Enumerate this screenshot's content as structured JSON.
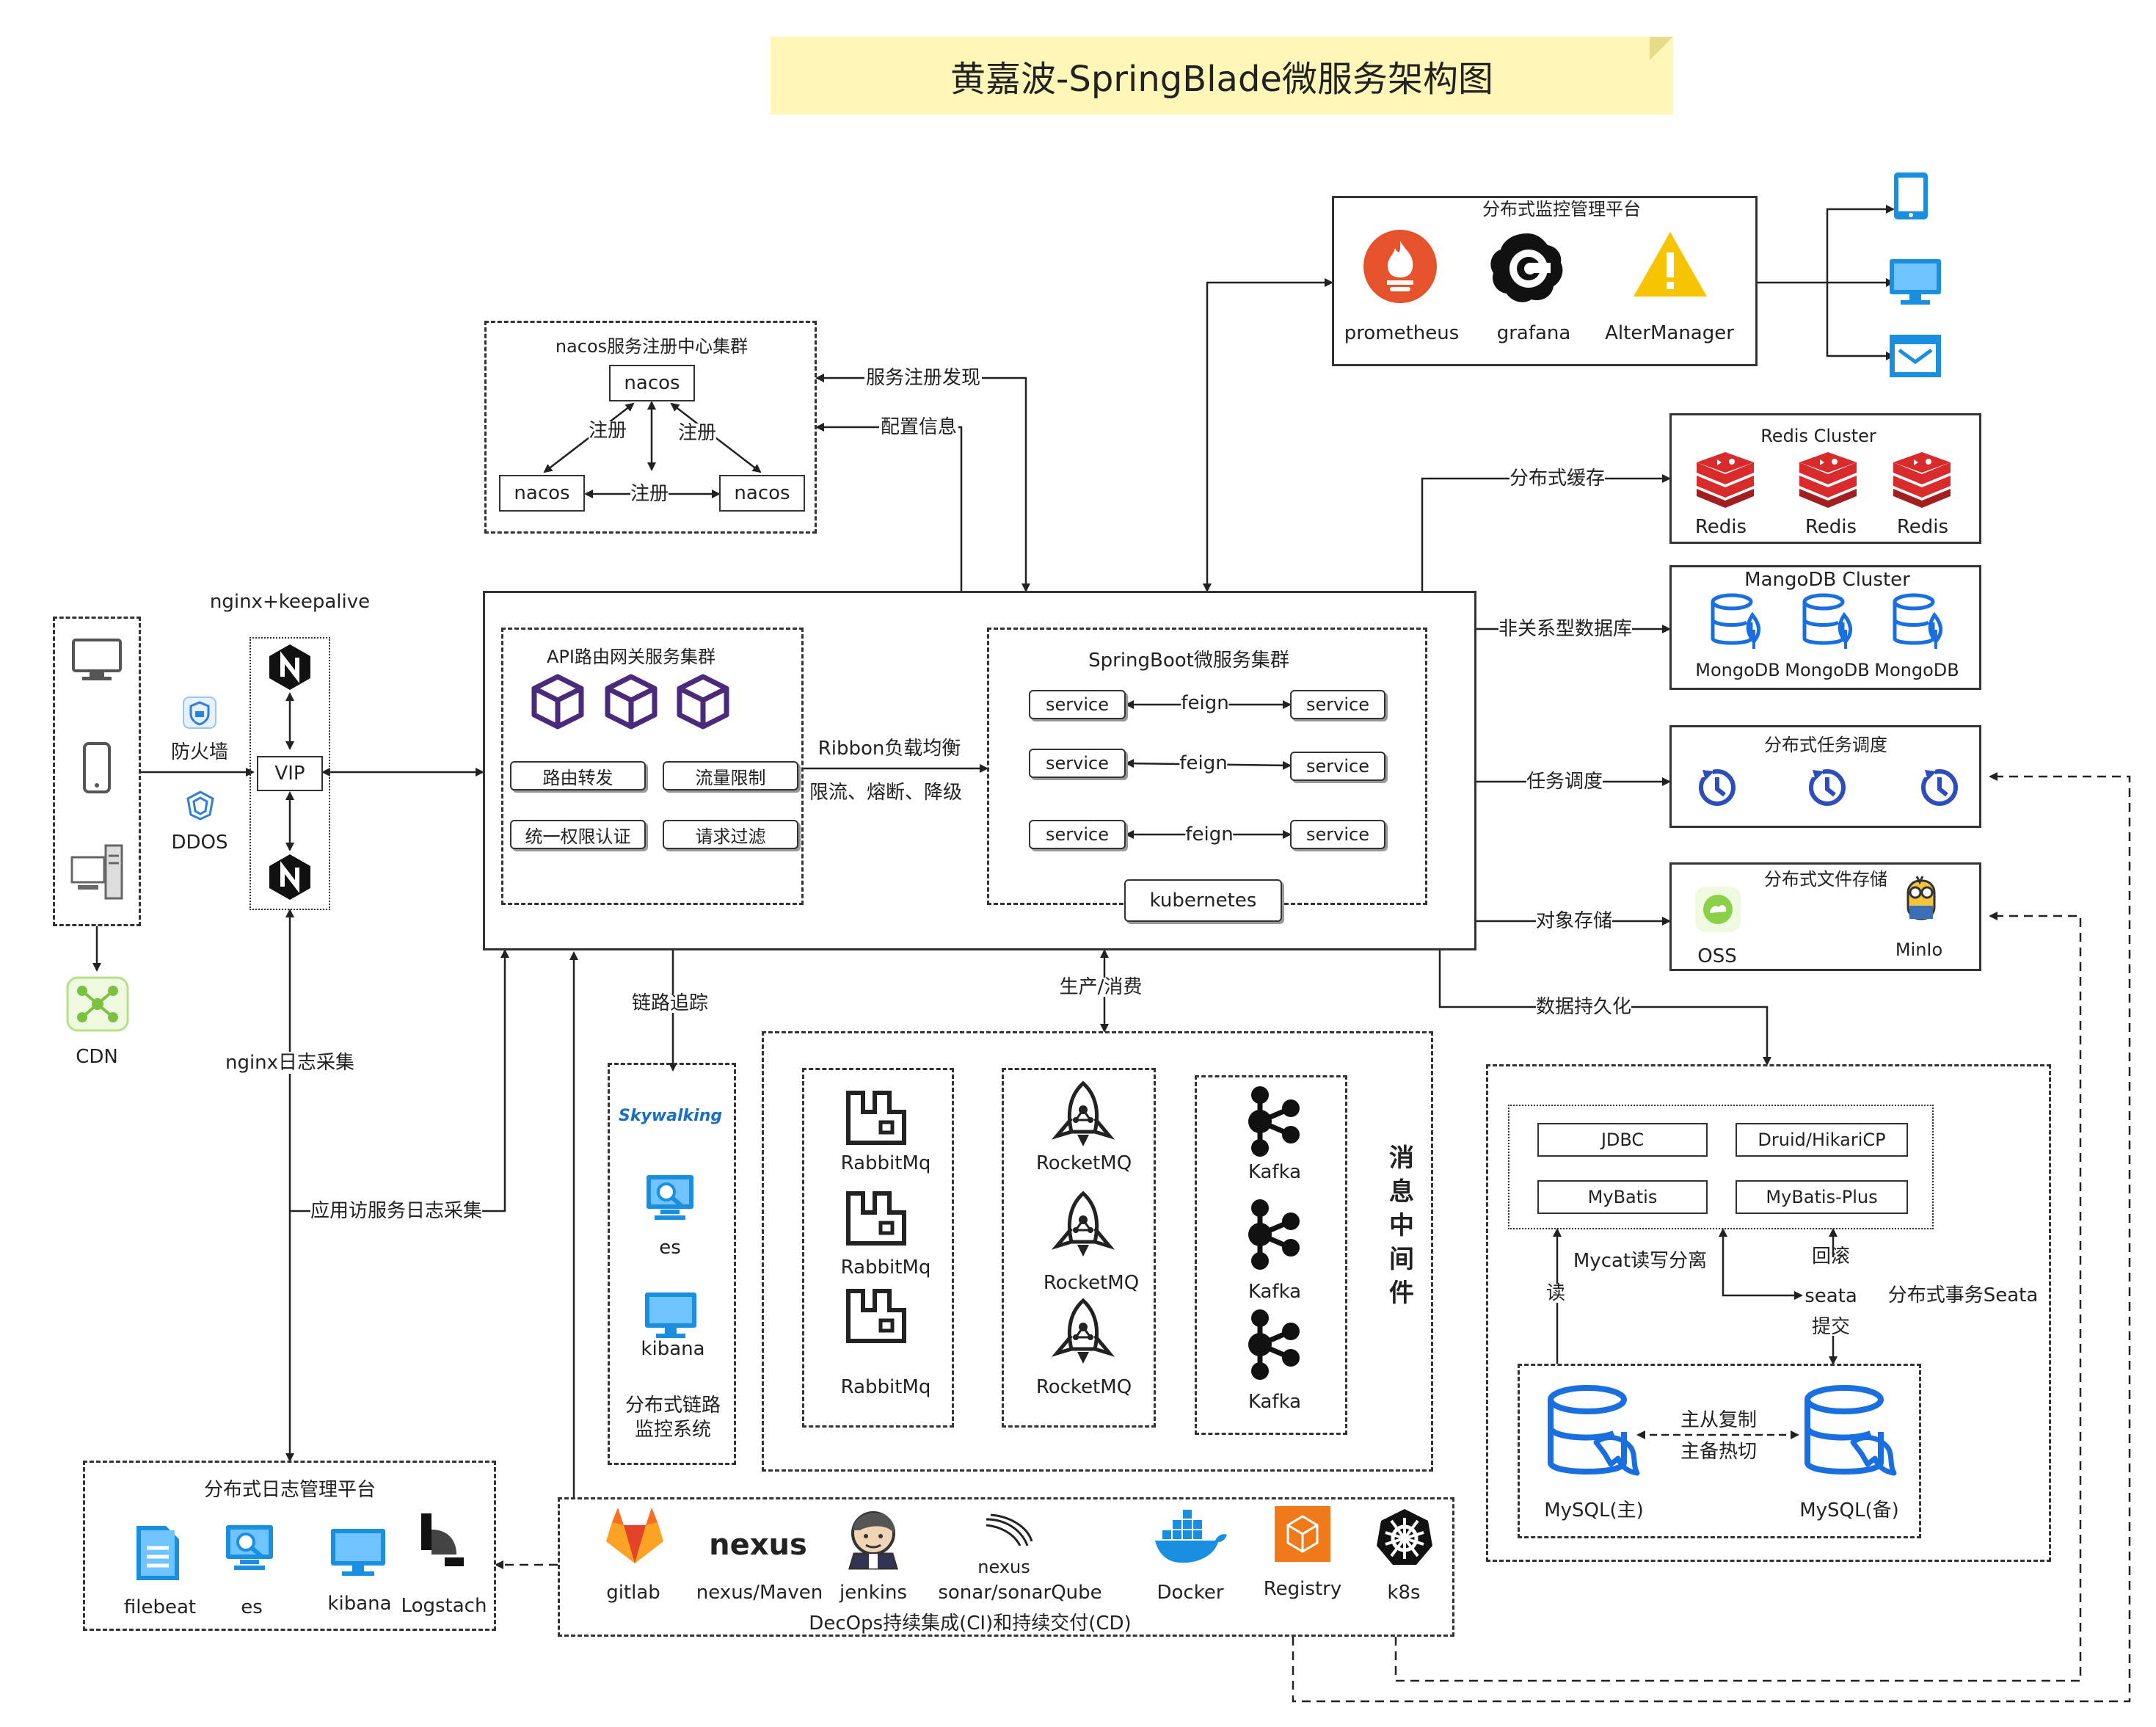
{
  "title": "黄嘉波-SpringBlade微服务架构图",
  "clients": {
    "label_top": "nginx+keepalive",
    "firewall": "防火墙",
    "ddos": "DDOS",
    "cdn": "CDN",
    "vip": "VIP"
  },
  "nacos": {
    "title": "nacos服务注册中心集群",
    "node": "nacos",
    "register": "注册",
    "discovery": "服务注册发现",
    "config": "配置信息"
  },
  "monitor": {
    "title": "分布式监控管理平台",
    "items": [
      "prometheus",
      "grafana",
      "AlterManager"
    ]
  },
  "gateway": {
    "title": "API路由网关服务集群",
    "buttons": [
      "路由转发",
      "流量限制",
      "统一权限认证",
      "请求过滤"
    ]
  },
  "springboot": {
    "title": "SpringBoot微服务集群",
    "service": "service",
    "feign": "feign",
    "kubernetes": "kubernetes"
  },
  "ribbon": {
    "line1": "Ribbon负载均衡",
    "line2": "限流、熔断、降级"
  },
  "redis": {
    "title": "Redis Cluster",
    "items": [
      "Redis",
      "Redis",
      "Redis"
    ],
    "edge": "分布式缓存"
  },
  "mongo": {
    "title": "MangoDB Cluster",
    "items": [
      "MongoDB",
      "MongoDB",
      "MongoDB"
    ],
    "edge": "非关系型数据库"
  },
  "task": {
    "title": "分布式任务调度",
    "edge": "任务调度"
  },
  "storage": {
    "title": "分布式文件存储",
    "oss": "OSS",
    "minio": "MinIo",
    "edge": "对象存储"
  },
  "edges": {
    "nginx_log": "nginx日志采集",
    "app_log": "应用访服务日志采集",
    "trace": "链路追踪",
    "mq": "生产/消费",
    "persist": "数据持久化"
  },
  "trace": {
    "sky": "Skywalking",
    "es": "es",
    "kibana": "kibana",
    "title1": "分布式链路",
    "title2": "监控系统"
  },
  "mq": {
    "rabbit": "RabbitMq",
    "rocket": "RocketMQ",
    "kafka": "Kafka",
    "side": [
      "消",
      "息",
      "中",
      "间",
      "件"
    ]
  },
  "db": {
    "pills": [
      "JDBC",
      "Druid/HikariCP",
      "MyBatis",
      "MyBatis-Plus"
    ],
    "mycat": "Mycat读写分离",
    "read": "读",
    "rollback": "回滚",
    "seata": "seata",
    "commit": "提交",
    "seata_label": "分布式事务Seata",
    "rep1": "主从复制",
    "rep2": "主备热切",
    "master": "MySQL(主)",
    "slave": "MySQL(备)"
  },
  "log": {
    "title": "分布式日志管理平台",
    "items": [
      "filebeat",
      "es",
      "kibana",
      "Logstach"
    ]
  },
  "devops": {
    "title": "DecOps持续集成(CI)和持续交付(CD)",
    "items": [
      "gitlab",
      "nexus/Maven",
      "jenkins",
      "sonar/sonarQube",
      "Docker",
      "Registry",
      "k8s"
    ],
    "nexus_logo": "nexus",
    "sonar_logo": "nexus"
  },
  "colors": {
    "title_bg": "#fff7b8",
    "blue": "#1a8fe0",
    "redis": "#d92b2b",
    "prom": "#e6522c",
    "alert": "#f6c400",
    "purple": "#4b2a7b"
  }
}
